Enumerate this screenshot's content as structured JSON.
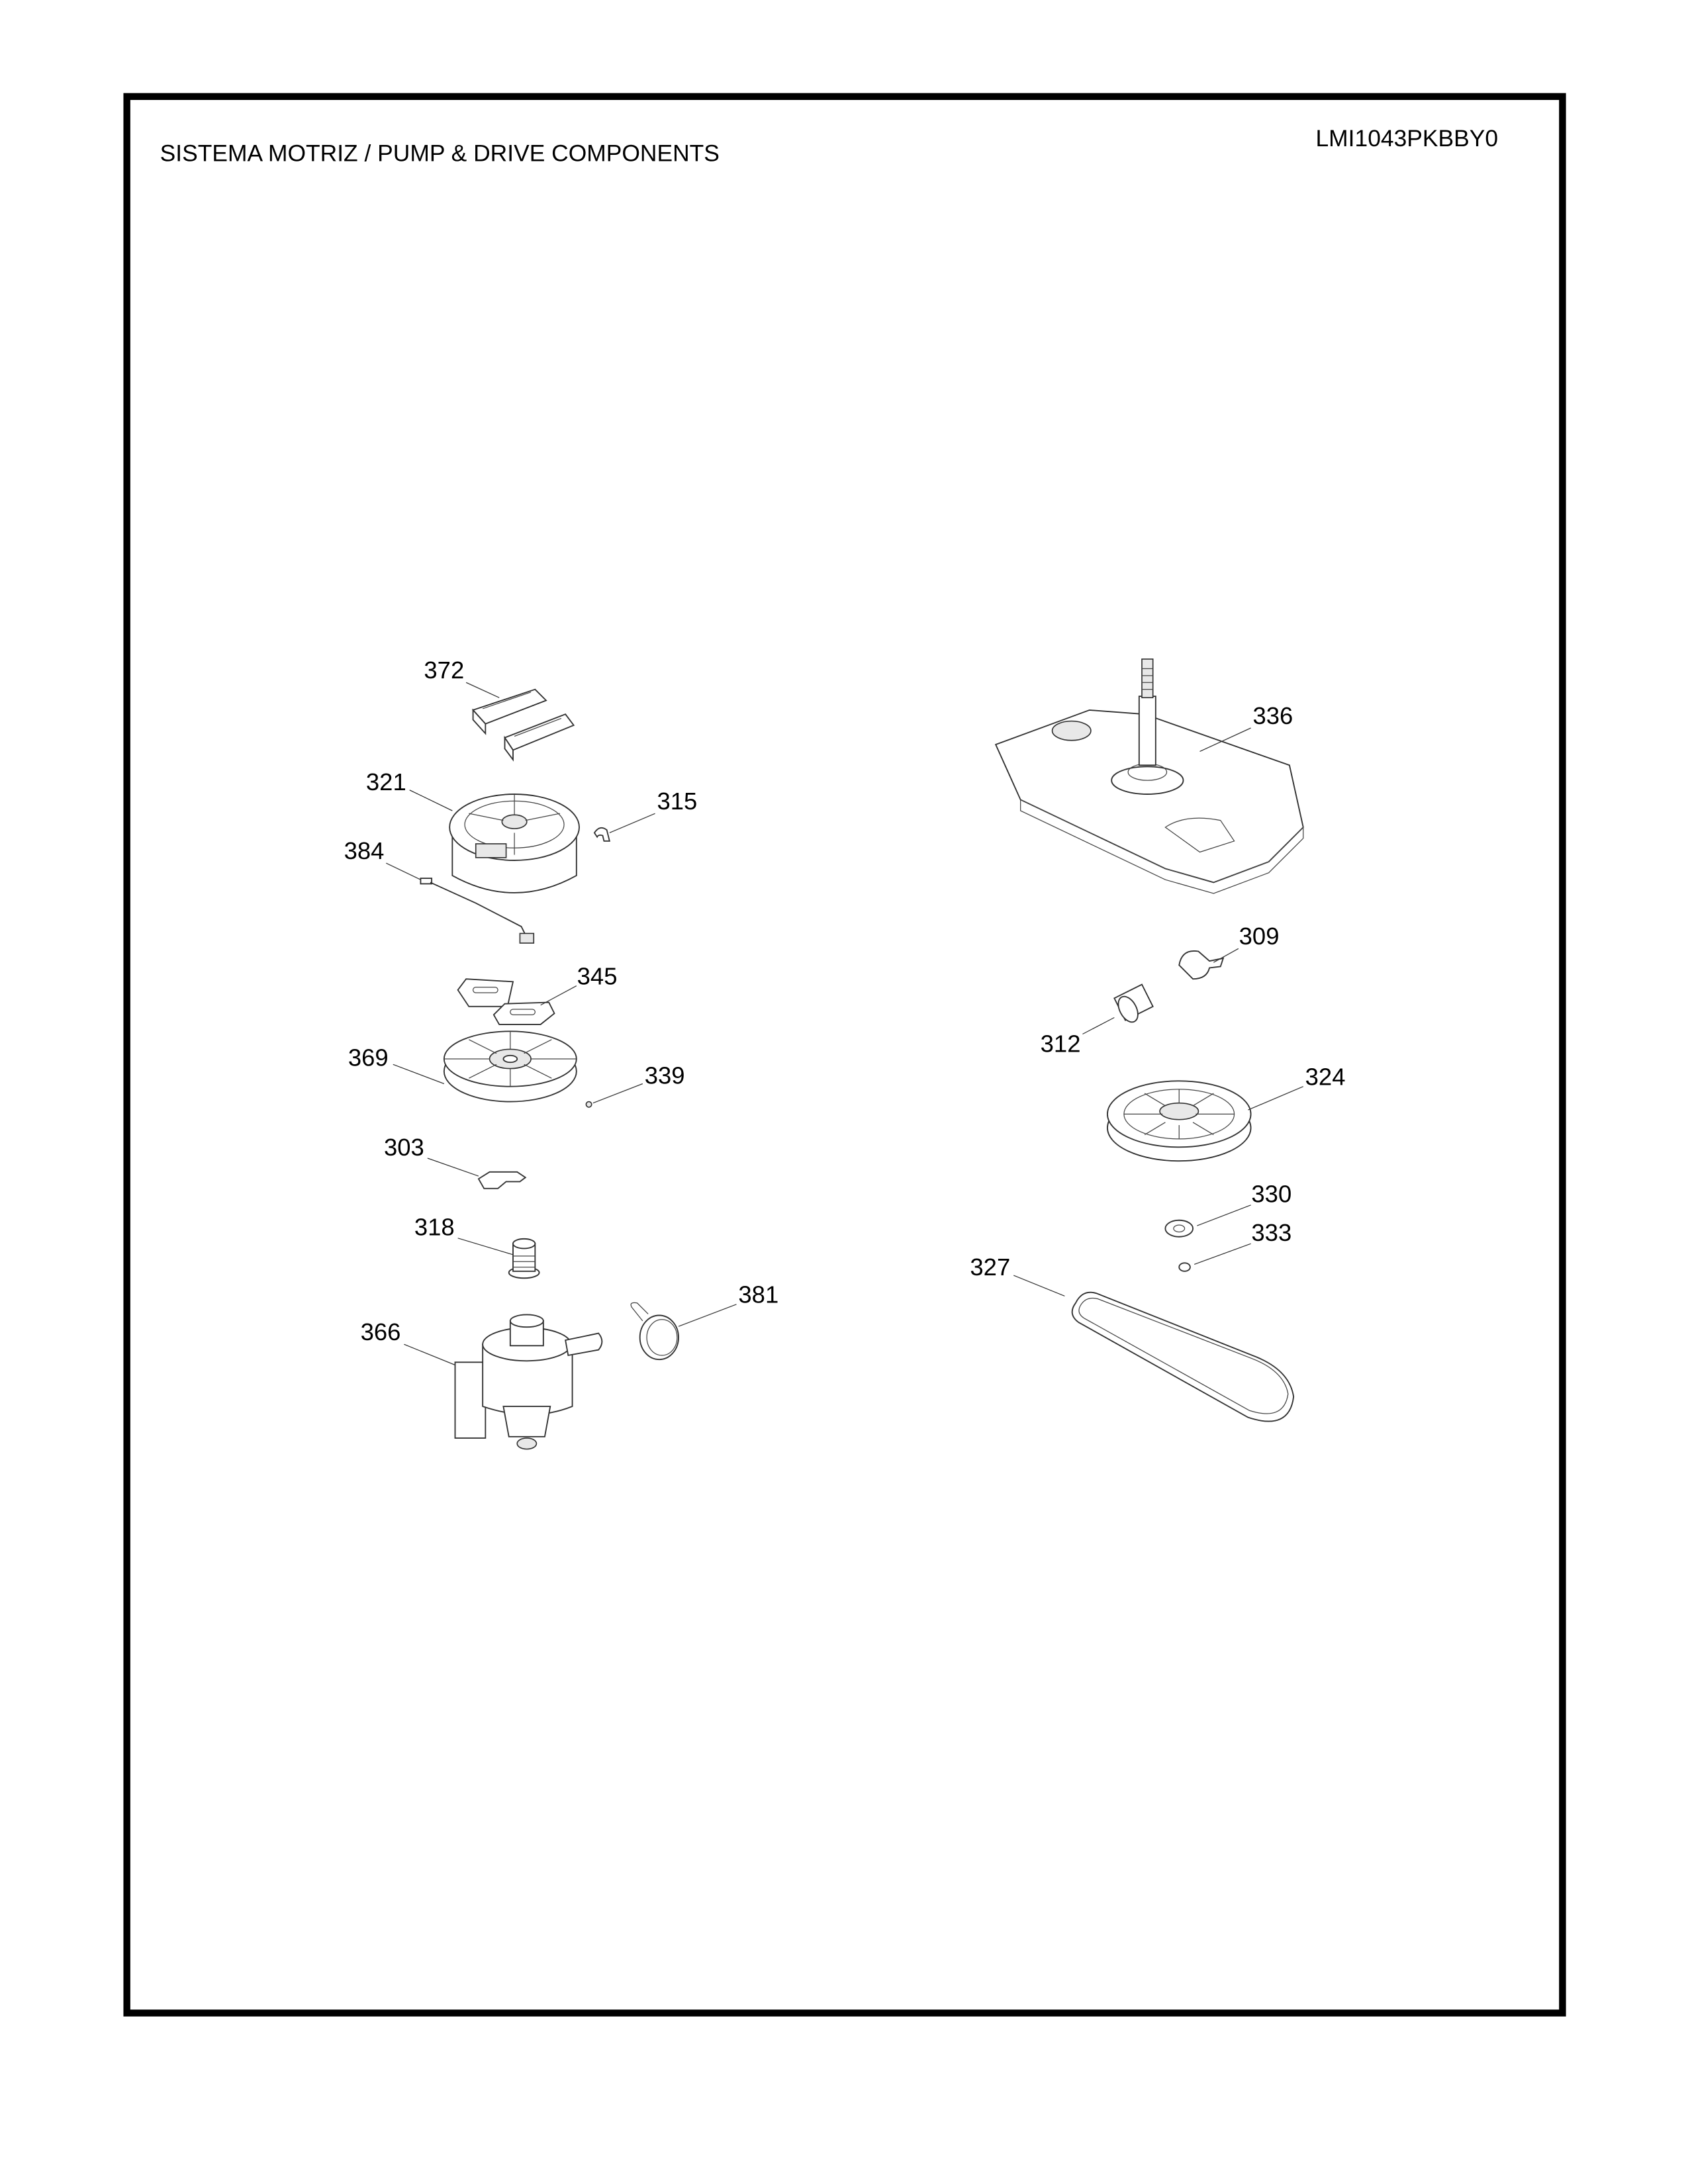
{
  "header": {
    "title": "SISTEMA MOTRIZ / PUMP  &  DRIVE COMPONENTS",
    "model": "LMI1043PKBBY0"
  },
  "callouts": {
    "c372": "372",
    "c321": "321",
    "c315": "315",
    "c384": "384",
    "c345": "345",
    "c369": "369",
    "c339": "339",
    "c303": "303",
    "c318": "318",
    "c381": "381",
    "c366": "366",
    "c336": "336",
    "c309": "309",
    "c312": "312",
    "c324": "324",
    "c330": "330",
    "c333": "333",
    "c327": "327"
  }
}
